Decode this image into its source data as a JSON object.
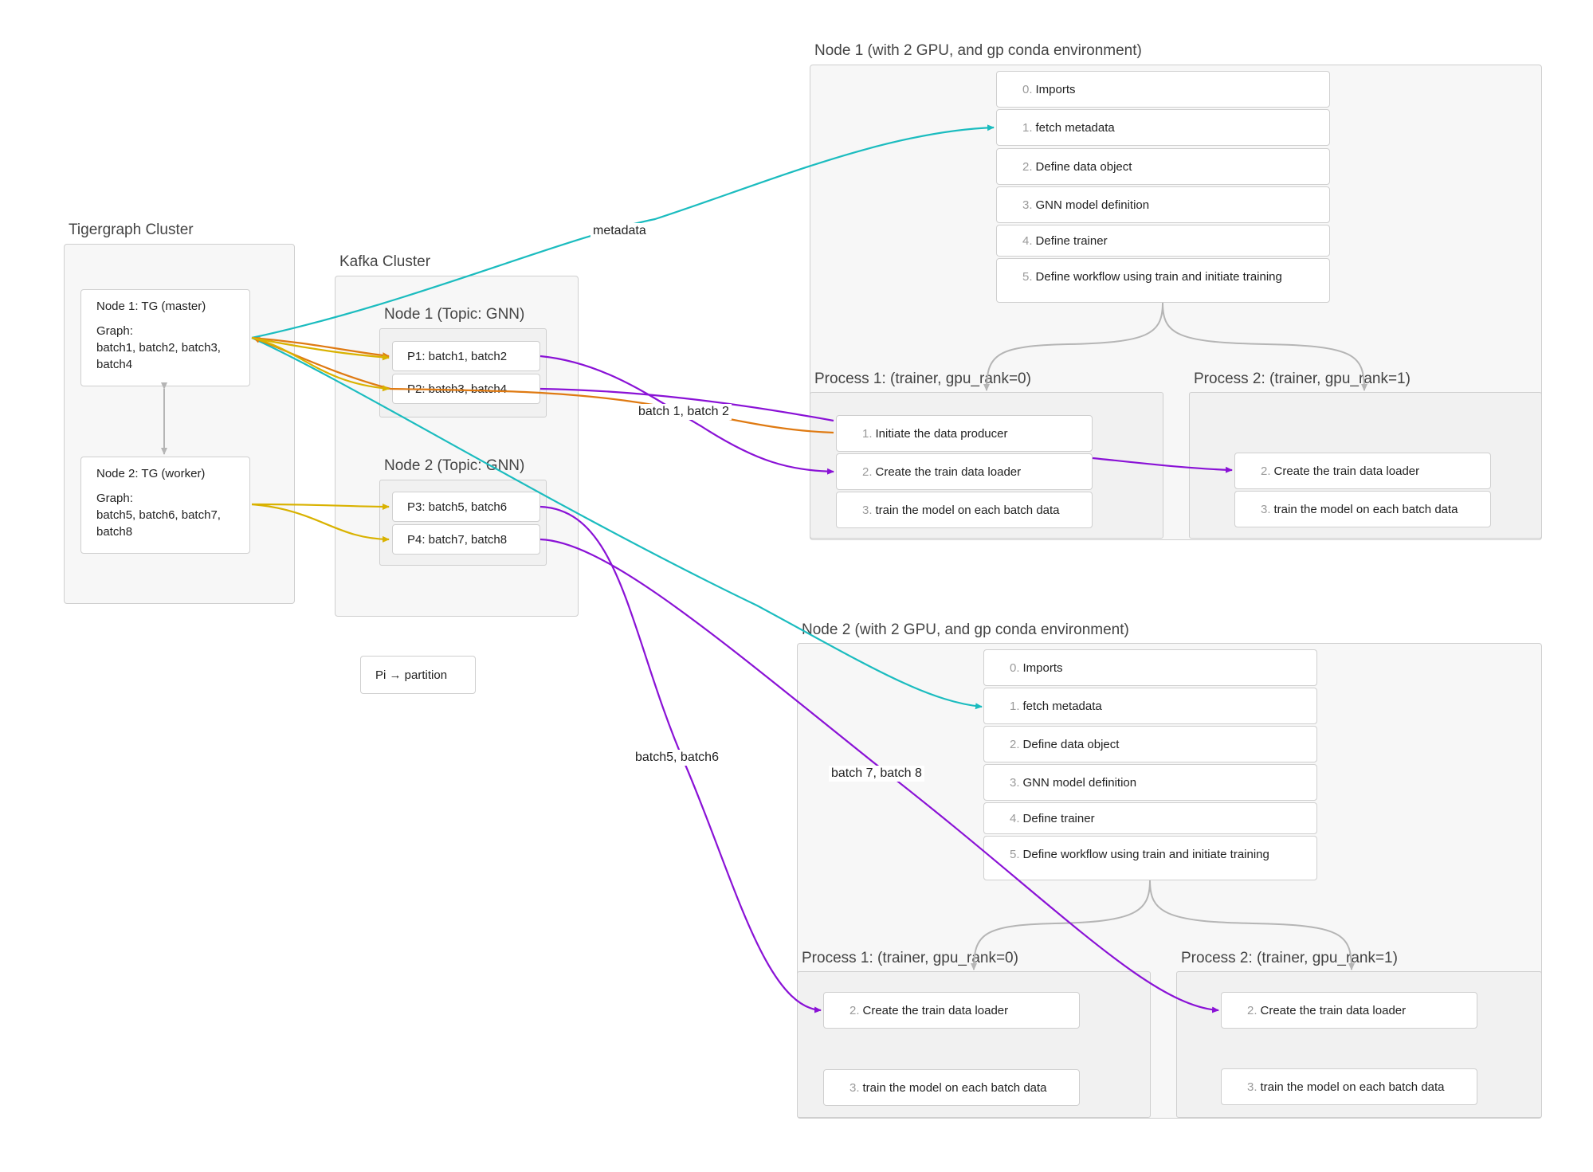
{
  "colors": {
    "teal": "#1bbcbf",
    "purple": "#8a12d6",
    "orange": "#df7a12",
    "yellow": "#d9b200",
    "gray": "#b5b5b5"
  },
  "tigergraph": {
    "title": "Tigergraph Cluster",
    "master": {
      "title": "Node 1: TG (master)",
      "graph": "Graph:\nbatch1, batch2, batch3,\nbatch4"
    },
    "worker": {
      "title": "Node 2: TG (worker)",
      "graph": "Graph:\nbatch5, batch6, batch7,\nbatch8"
    }
  },
  "kafka": {
    "title": "Kafka Cluster",
    "node1": {
      "title": "Node 1 (Topic: GNN)",
      "partitions": [
        "P1: batch1, batch2",
        "P2: batch3, batch4"
      ]
    },
    "node2": {
      "title": "Node 2 (Topic: GNN)",
      "partitions": [
        "P3: batch5, batch6",
        "P4: batch7, batch8"
      ]
    }
  },
  "legend": "Pi → partition",
  "edge_labels": {
    "metadata": "metadata",
    "batch12": "batch 1, batch 2",
    "batch56": "batch5, batch6",
    "batch78": "batch 7, batch 8"
  },
  "node1": {
    "title": "Node 1 (with 2 GPU, and gp conda environment)",
    "steps": [
      {
        "num": "0.",
        "text": "Imports"
      },
      {
        "num": "1.",
        "text": "fetch metadata"
      },
      {
        "num": "2.",
        "text": "Define data object"
      },
      {
        "num": "3.",
        "text": "GNN model definition"
      },
      {
        "num": "4.",
        "text": "Define trainer"
      },
      {
        "num": "5.",
        "text": "Define workflow using train and initiate training"
      }
    ],
    "process1": {
      "title": "Process 1: (trainer, gpu_rank=0)",
      "steps": [
        {
          "num": "1.",
          "text": "Initiate the data producer"
        },
        {
          "num": "2.",
          "text": "Create the train data loader"
        },
        {
          "num": "3.",
          "text": "train the model on each batch data"
        }
      ]
    },
    "process2": {
      "title": "Process 2: (trainer, gpu_rank=1)",
      "steps": [
        {
          "num": "2.",
          "text": "Create the train data loader"
        },
        {
          "num": "3.",
          "text": "train the model on each batch data"
        }
      ]
    }
  },
  "node2": {
    "title": "Node 2 (with 2 GPU, and gp conda environment)",
    "steps": [
      {
        "num": "0.",
        "text": "Imports"
      },
      {
        "num": "1.",
        "text": "fetch metadata"
      },
      {
        "num": "2.",
        "text": "Define data object"
      },
      {
        "num": "3.",
        "text": "GNN model definition"
      },
      {
        "num": "4.",
        "text": "Define trainer"
      },
      {
        "num": "5.",
        "text": "Define workflow using train and initiate training"
      }
    ],
    "process1": {
      "title": "Process 1: (trainer, gpu_rank=0)",
      "steps": [
        {
          "num": "2.",
          "text": "Create the train data loader"
        },
        {
          "num": "3.",
          "text": "train the model on each batch data"
        }
      ]
    },
    "process2": {
      "title": "Process 2: (trainer, gpu_rank=1)",
      "steps": [
        {
          "num": "2.",
          "text": "Create the train data loader"
        },
        {
          "num": "3.",
          "text": "train the model on each batch data"
        }
      ]
    }
  }
}
